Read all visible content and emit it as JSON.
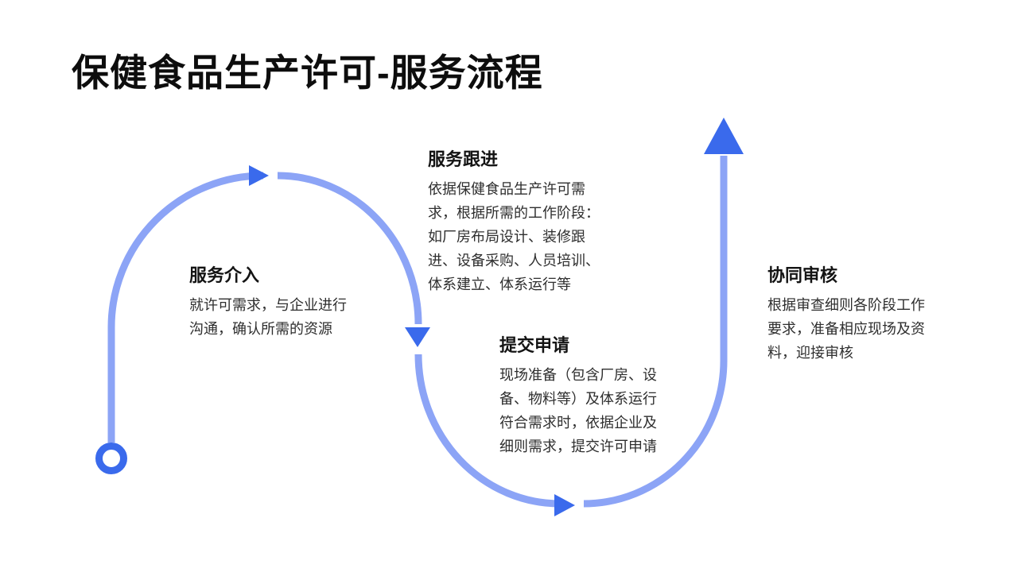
{
  "page": {
    "title": "保健食品生产许可-服务流程"
  },
  "colors": {
    "accent_strong": "#3A6AEC",
    "accent_light": "#8CA4F6",
    "title_text": "#0d0d0d",
    "heading_text": "#141414",
    "body_text": "#2e2e2e",
    "background": "#ffffff"
  },
  "flow_icons": [
    "start-circle-icon",
    "arrow-right-icon",
    "arrow-down-icon",
    "arrow-right-icon",
    "arrow-up-icon"
  ],
  "steps": [
    {
      "title": "服务介入",
      "lines": [
        "就许可需求，与企业进行",
        "沟通，确认所需的资源"
      ]
    },
    {
      "title": "服务跟进",
      "lines": [
        "依据保健食品生产许可需",
        "求，根据所需的工作阶段：",
        "如厂房布局设计、装修跟",
        "进、设备采购、人员培训、",
        "体系建立、体系运行等"
      ]
    },
    {
      "title": "提交申请",
      "lines": [
        "现场准备（包含厂房、设",
        "备、物料等）及体系运行",
        "符合需求时，依据企业及",
        "细则需求，提交许可申请"
      ]
    },
    {
      "title": "协同审核",
      "lines": [
        "根据审查细则各阶段工作",
        "要求，准备相应现场及资",
        "料，迎接审核"
      ]
    }
  ]
}
